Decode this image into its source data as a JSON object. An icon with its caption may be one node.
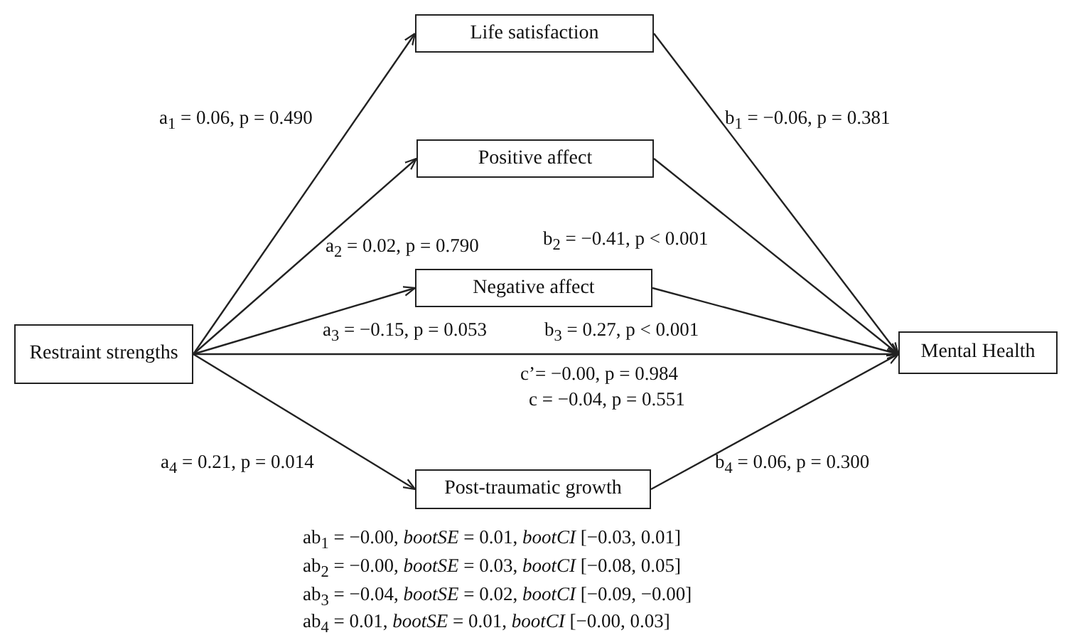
{
  "diagram": {
    "nodes": [
      {
        "text": [
          "Life satisfaction"
        ]
      },
      {
        "text": [
          "Positive affect"
        ]
      },
      {
        "text": [
          "Negative affect"
        ]
      },
      {
        "text": [
          "Restraint strengths"
        ]
      },
      {
        "text": [
          "Mental Health"
        ]
      },
      {
        "text": [
          "Post-traumatic growth"
        ]
      }
    ],
    "edges": [
      {
        "from": 3,
        "to": 0,
        "arrow": "to",
        "label": "a$_{1}$ = 0.06, p = 0.490"
      },
      {
        "from": 3,
        "to": 1,
        "arrow": "to",
        "label": "a$_{2}$ = 0.02, p = 0.790"
      },
      {
        "from": 3,
        "to": 2,
        "arrow": "to",
        "label": "a$_{3}$ = −0.15, p = 0.053"
      },
      {
        "from": 3,
        "to": 4,
        "arrow": "to",
        "label": "c’= −0.00, p = 0.984"
      },
      {
        "from": 3,
        "to": 5,
        "arrow": "to",
        "label": "a$_{4}$ = 0.21, p = 0.014"
      },
      {
        "from": 0,
        "to": 4,
        "arrow": "to",
        "label": "b$_{1}$ = −0.06, p = 0.381"
      },
      {
        "from": 1,
        "to": 4,
        "arrow": "to",
        "label": "b$_{2}$ = −0.41, p < 0.001"
      },
      {
        "from": 2,
        "to": 4,
        "arrow": "to",
        "label": "b$_{3}$ = 0.27, p < 0.001"
      },
      {
        "from": 5,
        "to": 4,
        "arrow": "to",
        "label": "b$_{4}$ = 0.06, p = 0.300"
      }
    ],
    "labels": [
      "c = −0.04, p = 0.551",
      "ab$_{1}$ = −0.00, *bootSE* = 0.01, *bootCI* [−0.03, 0.01]",
      "ab$_{2}$ = −0.00, *bootSE* = 0.03, *bootCI* [−0.08, 0.05]",
      "ab$_{3}$ = −0.04, *bootSE* = 0.02, *bootCI* [−0.09, −0.00]",
      "ab$_{4}$ = 0.01, *bootSE* = 0.01, *bootCI* [−0.00, 0.03]"
    ]
  }
}
